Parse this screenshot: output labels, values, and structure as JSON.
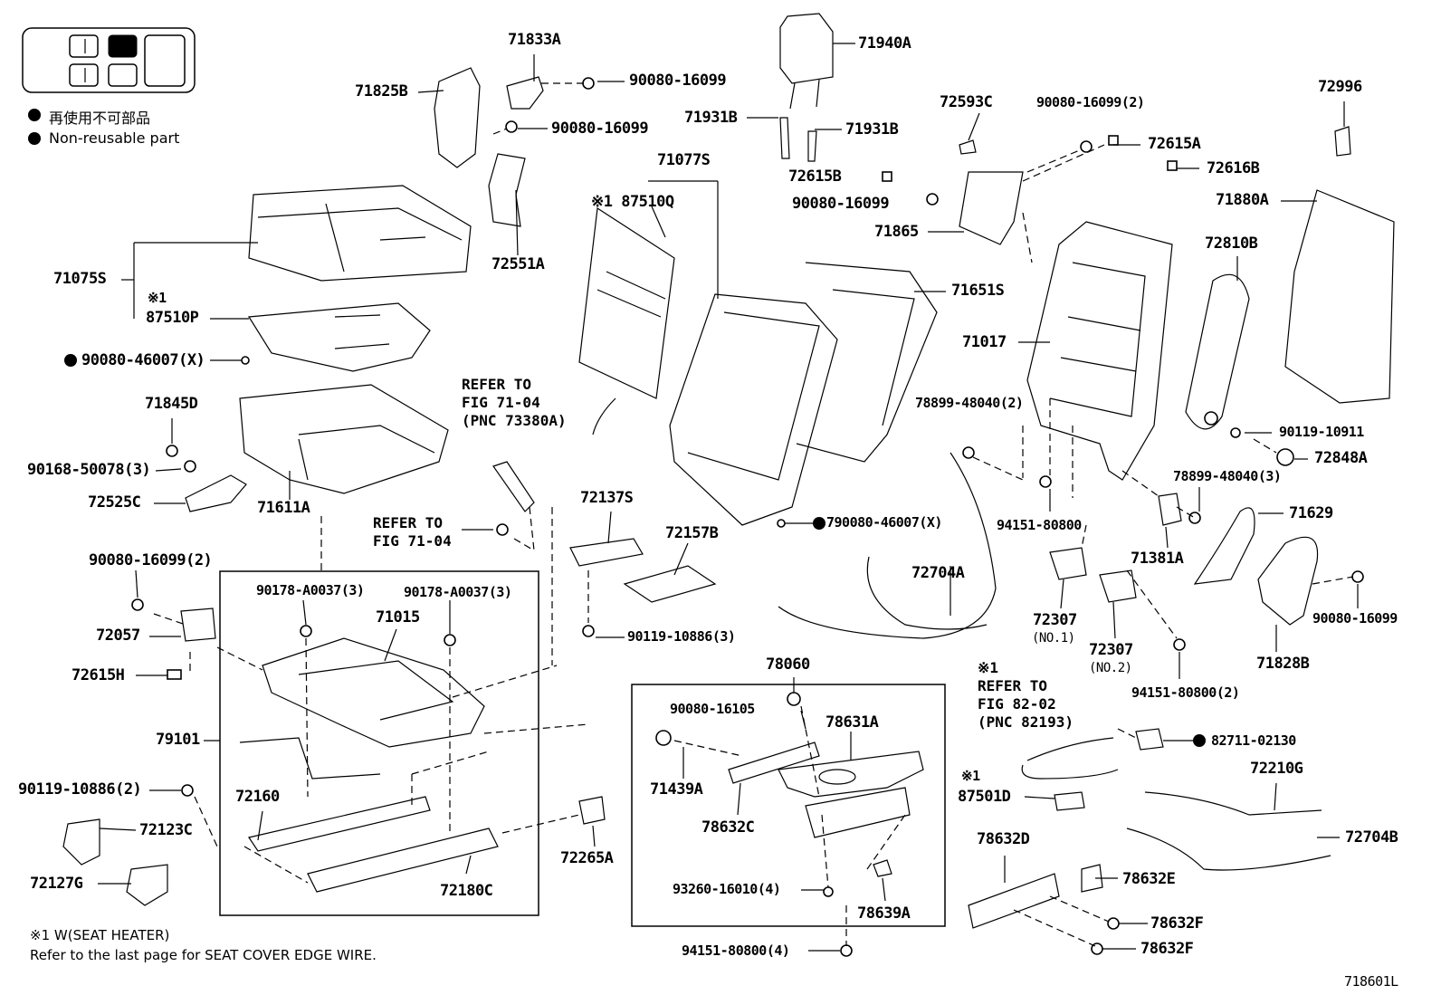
{
  "legend": {
    "jp": "再使用不可部品",
    "en": "Non-reusable part"
  },
  "labels": {
    "p71833A": "71833A",
    "p90080_16099_a": "90080-16099",
    "p71825B": "71825B",
    "p90080_16099_b": "90080-16099",
    "p72551A": "72551A",
    "p71075S": "71075S",
    "p87510P_mark": "※1",
    "p87510P": "87510P",
    "p90080_46007X": "90080-46007(X)",
    "p71845D": "71845D",
    "p90168_50078": "90168-50078(3)",
    "p72525C": "72525C",
    "p71611A": "71611A",
    "p90080_16099_2a": "90080-16099(2)",
    "p72057": "72057",
    "p72615H": "72615H",
    "p90178_A0037_a": "90178-A0037(3)",
    "p90178_A0037_b": "90178-A0037(3)",
    "p71015": "71015",
    "p79101": "79101",
    "p90119_10886_2": "90119-10886(2)",
    "p72160": "72160",
    "p72123C": "72123C",
    "p72127G": "72127G",
    "p72180C": "72180C",
    "p72265A": "72265A",
    "p71940A": "71940A",
    "p71931B_a": "71931B",
    "p71931B_b": "71931B",
    "p71077S": "71077S",
    "p87510Q": "※1 87510Q",
    "p72615B": "72615B",
    "p90080_16099_c": "90080-16099",
    "p72593C": "72593C",
    "p90080_16099_2b": "90080-16099(2)",
    "p72615A": "72615A",
    "p72616B": "72616B",
    "p71865": "71865",
    "p71651S": "71651S",
    "p71017": "71017",
    "p72996": "72996",
    "p71880A": "71880A",
    "p72810B": "72810B",
    "p78899_48040_2": "78899-48040(2)",
    "p90119_10911": "90119-10911",
    "p72848A": "72848A",
    "p78899_48040_3": "78899-48040(3)",
    "p790080_46007X": "790080-46007(X)",
    "p94151_80800_a": "94151-80800",
    "p71629": "71629",
    "p71381A": "71381A",
    "p72137S": "72137S",
    "p72157B": "72157B",
    "p90119_10886_3": "90119-10886(3)",
    "p72704A": "72704A",
    "p72307_1": "72307",
    "p72307_1_sub": "(NO.1)",
    "p72307_2": "72307",
    "p72307_2_sub": "(NO.2)",
    "p90080_16099_d": "90080-16099",
    "p71828B": "71828B",
    "p94151_80800_2": "94151-80800(2)",
    "p78060": "78060",
    "p90080_16105": "90080-16105",
    "p78631A": "78631A",
    "p71439A": "71439A",
    "p78632C": "78632C",
    "p93260_16010": "93260-16010(4)",
    "p78639A": "78639A",
    "p94151_80800_4": "94151-80800(4)",
    "p82711_02130": "82711-02130",
    "p87501D_mark": "※1",
    "p87501D": "87501D",
    "p72210G": "72210G",
    "p72704B": "72704B",
    "p78632D": "78632D",
    "p78632E": "78632E",
    "p78632F_a": "78632F",
    "p78632F_b": "78632F",
    "fig_code": "718601L"
  },
  "refs": {
    "ref1": "REFER TO\nFIG 71-04\n(PNC 73380A)",
    "ref2": "REFER TO\nFIG 71-04",
    "ref3": "※1\nREFER TO\nFIG 82-02\n(PNC 82193)"
  },
  "footnote": {
    "line1": "※1 W(SEAT HEATER)",
    "line2": "Refer to the last page for SEAT COVER EDGE WIRE."
  }
}
